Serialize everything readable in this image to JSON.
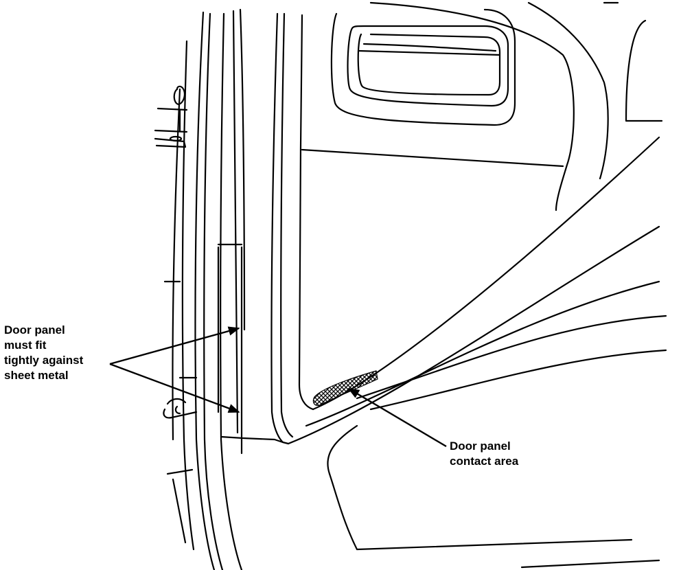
{
  "labels": {
    "panel_fit": {
      "lines": [
        "Door panel",
        "must fit",
        "tightly against",
        "sheet metal"
      ]
    },
    "contact_area": {
      "lines": [
        "Door panel",
        "contact area"
      ]
    }
  },
  "colors": {
    "ink": "#000000",
    "background": "#ffffff"
  }
}
